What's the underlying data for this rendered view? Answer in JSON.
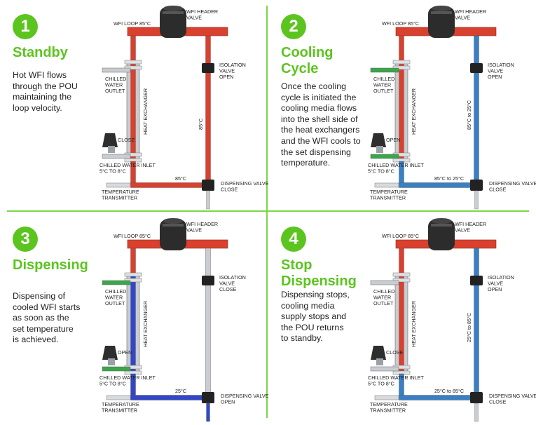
{
  "colors": {
    "accent_green": "#5cc41f",
    "hot_red": "#d9402e",
    "cool_blue": "#3a7fc4",
    "dark_blue": "#3347c6",
    "chilled_green": "#3aa64a",
    "pipe_grey": "#c9ccd0"
  },
  "labels": {
    "wfi_loop": "WFI LOOP 85°C",
    "header_valve": "WFI HEADER VALVE",
    "isolation_valve_open": "ISOLATION VALVE OPEN",
    "isolation_valve_close": "ISOLATION VALVE CLOSE",
    "chilled_water_outlet": "CHILLED WATER OUTLET",
    "chilled_water_inlet": "CHILLED WATER INLET",
    "inlet_temp": "5°C TO 8°C",
    "heat_exchanger": "HEAT EXCHANGER",
    "temperature_transmitter": "TEMPERATURE TRANSMITTER",
    "dispensing_valve_close": "DISPENSING VALVE CLOSE",
    "dispensing_valve_open": "DISPENSING VALVE OPEN",
    "close": "CLOSE",
    "open": "OPEN"
  },
  "panels": [
    {
      "number": "1",
      "title": "Standby",
      "description": "Hot WFI flows through the POU maintaining the loop velocity.",
      "vertical_temp": "85°C",
      "bottom_temp": "85°C",
      "valve_state": "CLOSE",
      "isolation_state": "OPEN",
      "dispensing_state": "CLOSE",
      "hx_tube_color": "#d9402e",
      "hx_shell_color": "#c9ccd0",
      "cold_leg_color": "#d9402e",
      "bottom_color": "#d9402e",
      "below_valve_color": "#c9ccd0",
      "outlet_color": "#c9ccd0",
      "inlet_color": "#c9ccd0"
    },
    {
      "number": "2",
      "title": "Cooling Cycle",
      "description": "Once the cooling cycle is initiated the cooling media flows into the shell side of the heat exchangers and the WFI cools to the set dispensing temperature.",
      "vertical_temp": "85°C to 25°C",
      "bottom_temp": "85°C to 25°C",
      "valve_state": "OPEN",
      "isolation_state": "OPEN",
      "dispensing_state": "CLOSE",
      "hx_tube_color": "#d9402e",
      "hx_shell_color": "#c9ccd0",
      "cold_leg_color": "#3a7fc4",
      "bottom_color": "#3a7fc4",
      "below_valve_color": "#c9ccd0",
      "outlet_color": "#3aa64a",
      "inlet_color": "#3aa64a"
    },
    {
      "number": "3",
      "title": "Dispensing",
      "description": "Dispensing of cooled WFI starts as soon as the set temperature is achieved.",
      "vertical_temp": "",
      "bottom_temp": "25°C",
      "valve_state": "OPEN",
      "isolation_state": "CLOSE",
      "dispensing_state": "OPEN",
      "hx_tube_color": "#3347c6",
      "hx_shell_color": "#c9ccd0",
      "cold_leg_color": "#c9ccd0",
      "bottom_color": "#3347c6",
      "below_valve_color": "#3347c6",
      "outlet_color": "#3aa64a",
      "inlet_color": "#3aa64a"
    },
    {
      "number": "4",
      "title": "Stop Dispensing",
      "description": "Dispensing stops, cooling media supply stops and the POU returns to standby.",
      "vertical_temp": "25°C to 85°C",
      "bottom_temp": "25°C to 85°C",
      "valve_state": "CLOSE",
      "isolation_state": "OPEN",
      "dispensing_state": "CLOSE",
      "hx_tube_color": "#d9402e",
      "hx_shell_color": "#c9ccd0",
      "cold_leg_color": "#3a7fc4",
      "bottom_color": "#3a7fc4",
      "below_valve_color": "#c9ccd0",
      "outlet_color": "#c9ccd0",
      "inlet_color": "#c9ccd0"
    }
  ]
}
